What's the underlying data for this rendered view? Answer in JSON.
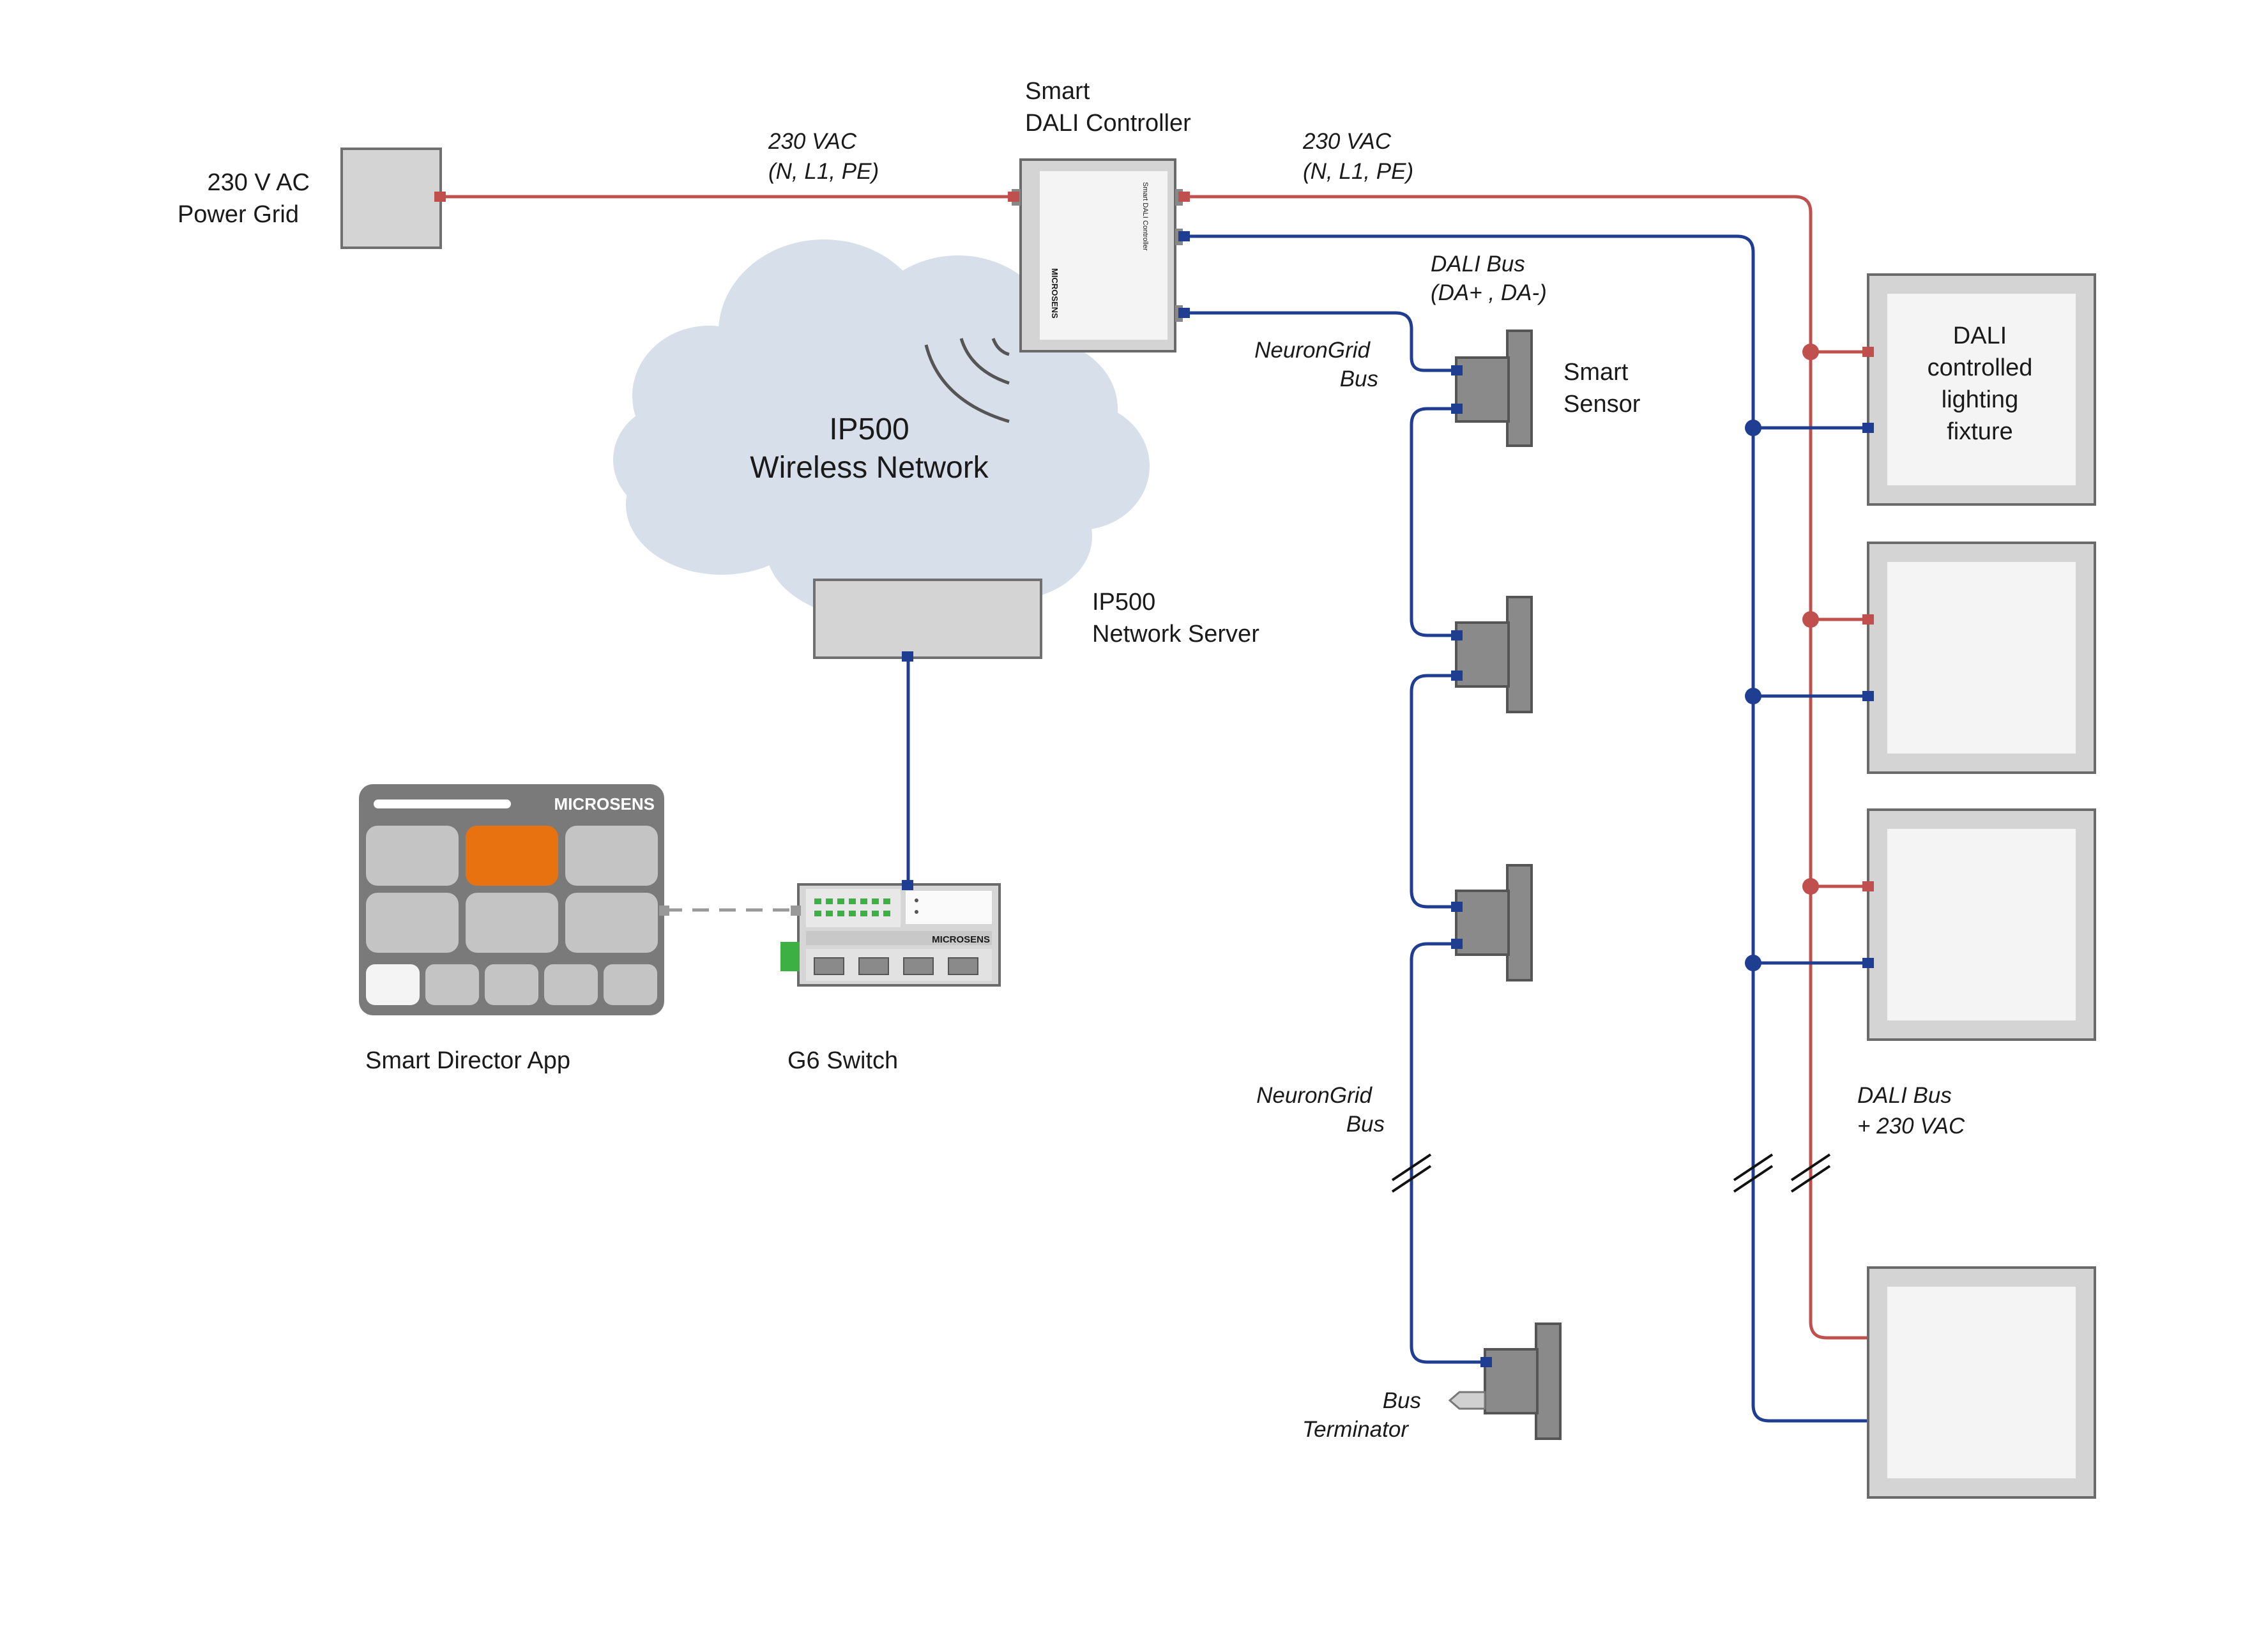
{
  "labels": {
    "power_grid": [
      "230 V AC",
      "Power Grid"
    ],
    "vac_left": [
      "230  VAC",
      "(N,  L1,  PE)"
    ],
    "vac_right": [
      "230  VAC",
      "(N,  L1,  PE)"
    ],
    "controller": [
      "Smart",
      "DALI Controller"
    ],
    "controller_side_text": "Smart DALI Controller",
    "controller_brand": "MICROSENS",
    "dali_bus": [
      "DALI Bus",
      "(DA+ ,  DA-)"
    ],
    "neurongrid_top": [
      "NeuronGrid",
      "Bus"
    ],
    "smart_sensor": [
      "Smart",
      "Sensor"
    ],
    "cloud": [
      "IP500",
      "Wireless Network"
    ],
    "network_server": [
      "IP500",
      "Network Server"
    ],
    "fixture": [
      "DALI",
      "controlled",
      "lighting",
      "fixture"
    ],
    "app_brand": "MICROSENS",
    "app": "Smart Director App",
    "switch_brand": "MICROSENS",
    "switch": "G6  Switch",
    "neurongrid_bottom": [
      "NeuronGrid",
      "Bus"
    ],
    "dali_vac": [
      "DALI Bus",
      "+  230 VAC"
    ],
    "terminator": [
      "Bus",
      "Terminator"
    ]
  },
  "colors": {
    "power_line": "#c0504d",
    "bus_line": "#1f3d91",
    "device_gray": "#d4d4d4",
    "app_highlight": "#e8720f",
    "switch_led": "#3cb043"
  }
}
